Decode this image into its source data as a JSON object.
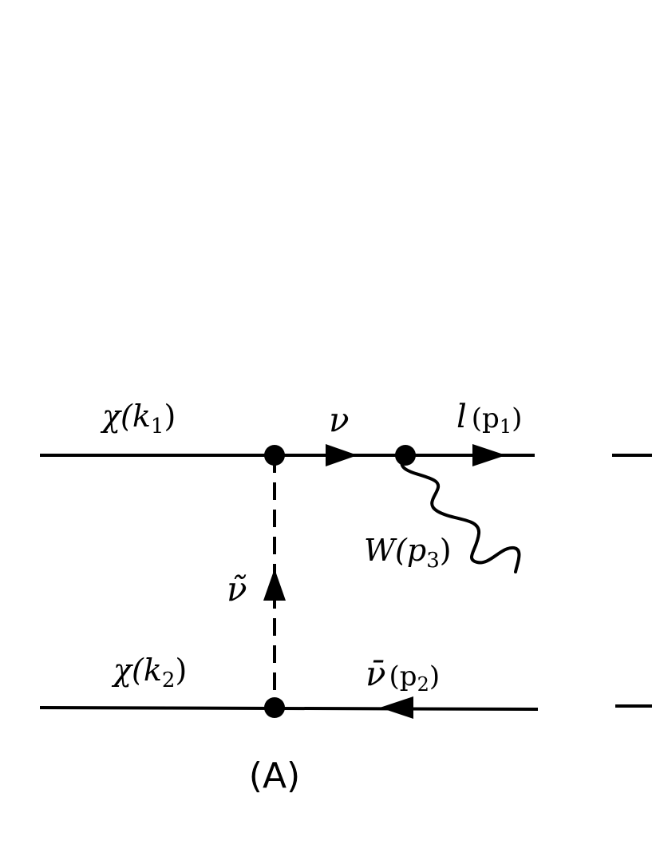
{
  "diagram": {
    "colors": {
      "ink": "#000000",
      "background": "#ffffff"
    },
    "labels": {
      "chi_k1": {
        "main": "χ(k",
        "sub": "1",
        "close": ")"
      },
      "nu_top": {
        "main": "ν"
      },
      "lepton_p1": {
        "main": "l",
        "open": "(p",
        "sub": "1",
        "close": ")"
      },
      "w_p3": {
        "main": "W(p",
        "sub": "3",
        "close": ")"
      },
      "sneutrino": {
        "main": "ν̃"
      },
      "chi_k2": {
        "main": "χ(k",
        "sub": "2",
        "close": ")"
      },
      "antinu_p2": {
        "main": "ν̄",
        "open": "(p",
        "sub": "2",
        "close": ")"
      }
    },
    "caption": "(A)"
  }
}
